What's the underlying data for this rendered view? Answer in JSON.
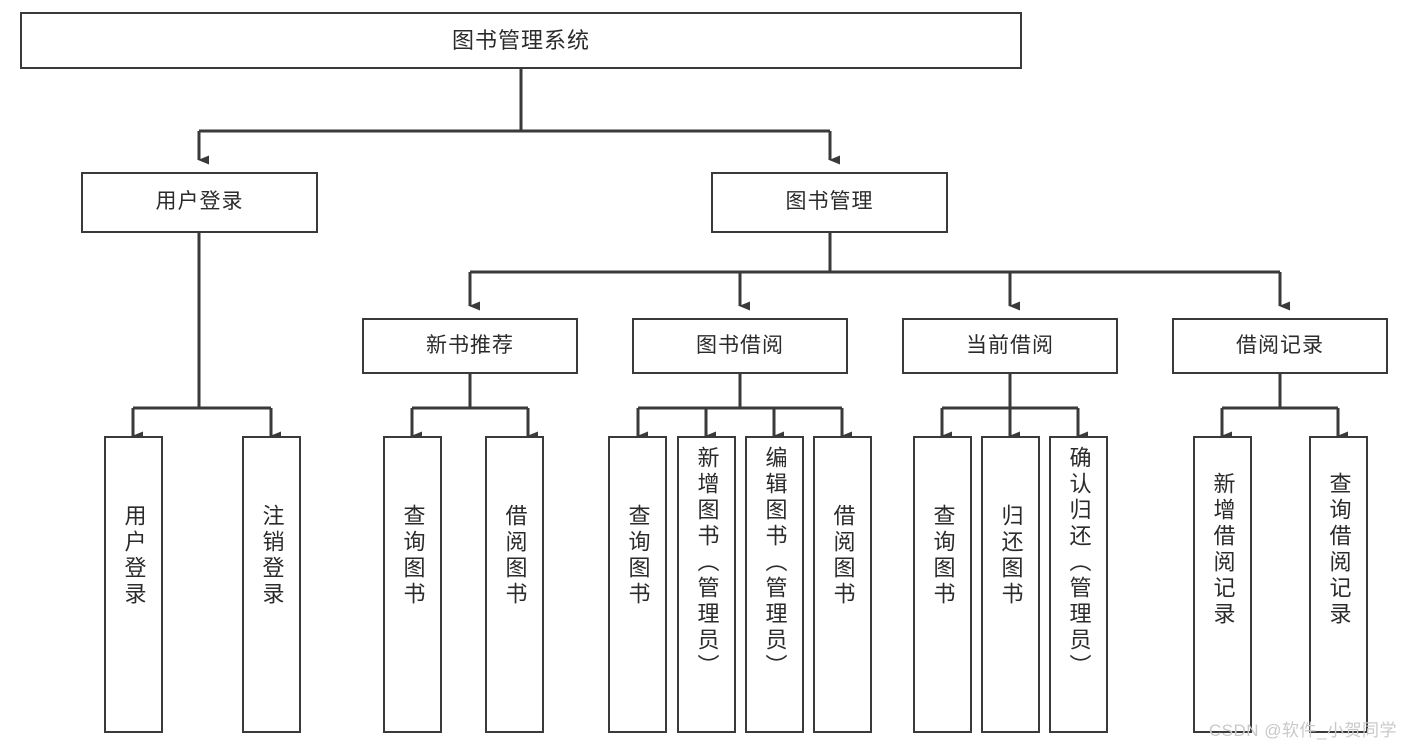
{
  "diagram": {
    "title": "图书管理系统",
    "type": "hierarchy-tree",
    "watermark": "CSDN @软件_小贺同学",
    "colors": {
      "stroke": "#3a3a3a",
      "fill": "#ffffff",
      "text": "#2b2b2b",
      "watermark": "#c9c9c9"
    },
    "nodes": {
      "root": {
        "label": "图书管理系统"
      },
      "level2": [
        {
          "id": "user-login",
          "label": "用户登录"
        },
        {
          "id": "book-manage",
          "label": "图书管理"
        }
      ],
      "level3": [
        {
          "id": "new-book-recommend",
          "label": "新书推荐"
        },
        {
          "id": "book-borrow",
          "label": "图书借阅"
        },
        {
          "id": "current-borrow",
          "label": "当前借阅"
        },
        {
          "id": "borrow-record",
          "label": "借阅记录"
        }
      ],
      "leaves": {
        "user_login": [
          {
            "id": "leaf-user-login",
            "label": "用户登录"
          },
          {
            "id": "leaf-logout",
            "label": "注销登录"
          }
        ],
        "new_book_recommend": [
          {
            "id": "leaf-query-book-1",
            "label": "查询图书"
          },
          {
            "id": "leaf-borrow-book-1",
            "label": "借阅图书"
          }
        ],
        "book_borrow": [
          {
            "id": "leaf-query-book-2",
            "label": "查询图书"
          },
          {
            "id": "leaf-add-book",
            "label": "新增图书（管理员）"
          },
          {
            "id": "leaf-edit-book",
            "label": "编辑图书（管理员）"
          },
          {
            "id": "leaf-borrow-book-2",
            "label": "借阅图书"
          }
        ],
        "current_borrow": [
          {
            "id": "leaf-query-book-3",
            "label": "查询图书"
          },
          {
            "id": "leaf-return-book",
            "label": "归还图书"
          },
          {
            "id": "leaf-confirm-return",
            "label": "确认归还（管理员）"
          }
        ],
        "borrow_record": [
          {
            "id": "leaf-add-record",
            "label": "新增借阅记录"
          },
          {
            "id": "leaf-query-record",
            "label": "查询借阅记录"
          }
        ]
      }
    }
  }
}
